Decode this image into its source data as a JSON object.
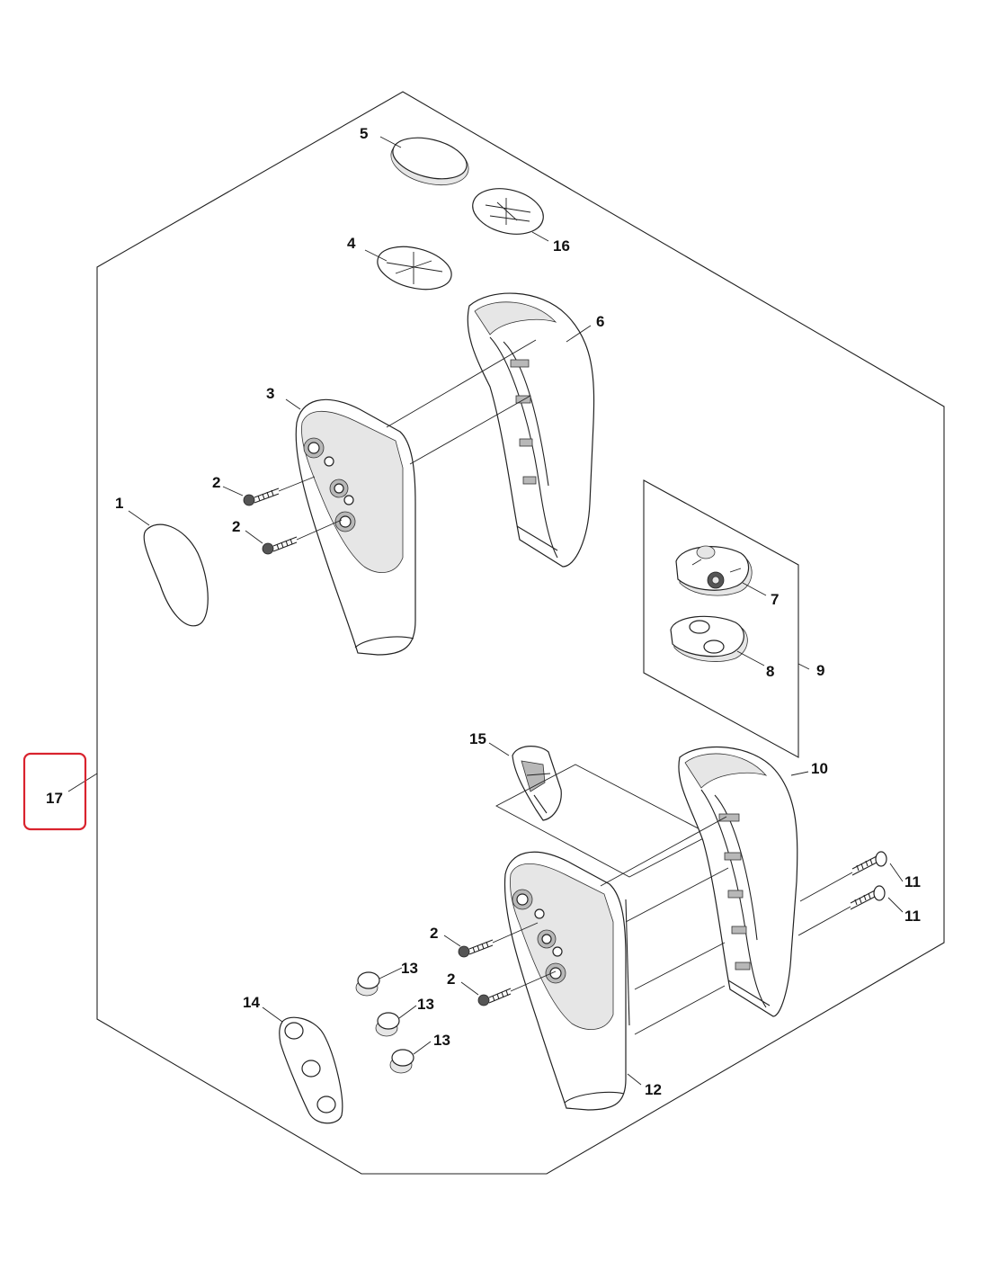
{
  "diagram": {
    "callouts": [
      {
        "id": "c1",
        "label": "1"
      },
      {
        "id": "c2a",
        "label": "2"
      },
      {
        "id": "c2b",
        "label": "2"
      },
      {
        "id": "c2c",
        "label": "2"
      },
      {
        "id": "c2d",
        "label": "2"
      },
      {
        "id": "c3",
        "label": "3"
      },
      {
        "id": "c4",
        "label": "4"
      },
      {
        "id": "c5",
        "label": "5"
      },
      {
        "id": "c6",
        "label": "6"
      },
      {
        "id": "c7",
        "label": "7"
      },
      {
        "id": "c8",
        "label": "8"
      },
      {
        "id": "c9",
        "label": "9"
      },
      {
        "id": "c10",
        "label": "10"
      },
      {
        "id": "c11a",
        "label": "11"
      },
      {
        "id": "c11b",
        "label": "11"
      },
      {
        "id": "c12",
        "label": "12"
      },
      {
        "id": "c13a",
        "label": "13"
      },
      {
        "id": "c13b",
        "label": "13"
      },
      {
        "id": "c13c",
        "label": "13"
      },
      {
        "id": "c14",
        "label": "14"
      },
      {
        "id": "c15",
        "label": "15"
      },
      {
        "id": "c16",
        "label": "16"
      },
      {
        "id": "c17",
        "label": "17"
      }
    ],
    "highlight": {
      "label": "17",
      "color": "#d9232e"
    }
  }
}
